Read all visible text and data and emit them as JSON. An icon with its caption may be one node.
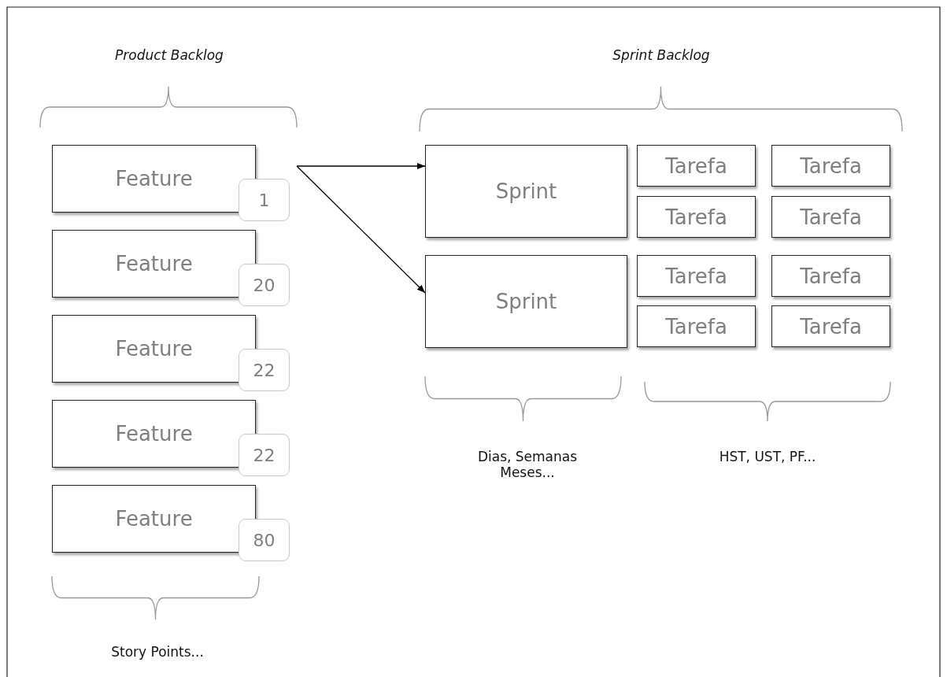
{
  "diagram": {
    "nodes": [
      {
        "text": [
          "Feature"
        ]
      },
      {
        "text": [
          "1"
        ]
      },
      {
        "text": [
          "Feature"
        ]
      },
      {
        "text": [
          "20"
        ]
      },
      {
        "text": [
          "Feature"
        ]
      },
      {
        "text": [
          "22"
        ]
      },
      {
        "text": [
          "Feature"
        ]
      },
      {
        "text": [
          "22"
        ]
      },
      {
        "text": [
          "Feature"
        ]
      },
      {
        "text": [
          "80"
        ]
      },
      {
        "text": [
          "Sprint"
        ]
      },
      {
        "text": [
          "Tarefa"
        ]
      },
      {
        "text": [
          "Tarefa"
        ]
      },
      {
        "text": [
          "Tarefa"
        ]
      },
      {
        "text": [
          "Tarefa"
        ]
      },
      {
        "text": [
          "Sprint"
        ]
      },
      {
        "text": [
          "Tarefa"
        ]
      },
      {
        "text": [
          "Tarefa"
        ]
      },
      {
        "text": [
          "Tarefa"
        ]
      },
      {
        "text": [
          "Tarefa"
        ]
      }
    ],
    "edges": [
      {
        "from": null,
        "to": 10,
        "arrow": "to"
      },
      {
        "from": null,
        "to": 15,
        "arrow": "to"
      }
    ],
    "labels": [
      "Product Backlog",
      "Sprint Backlog",
      "Dias, Semanas Meses...",
      "HST, UST, PF...",
      "Story Points..."
    ]
  }
}
